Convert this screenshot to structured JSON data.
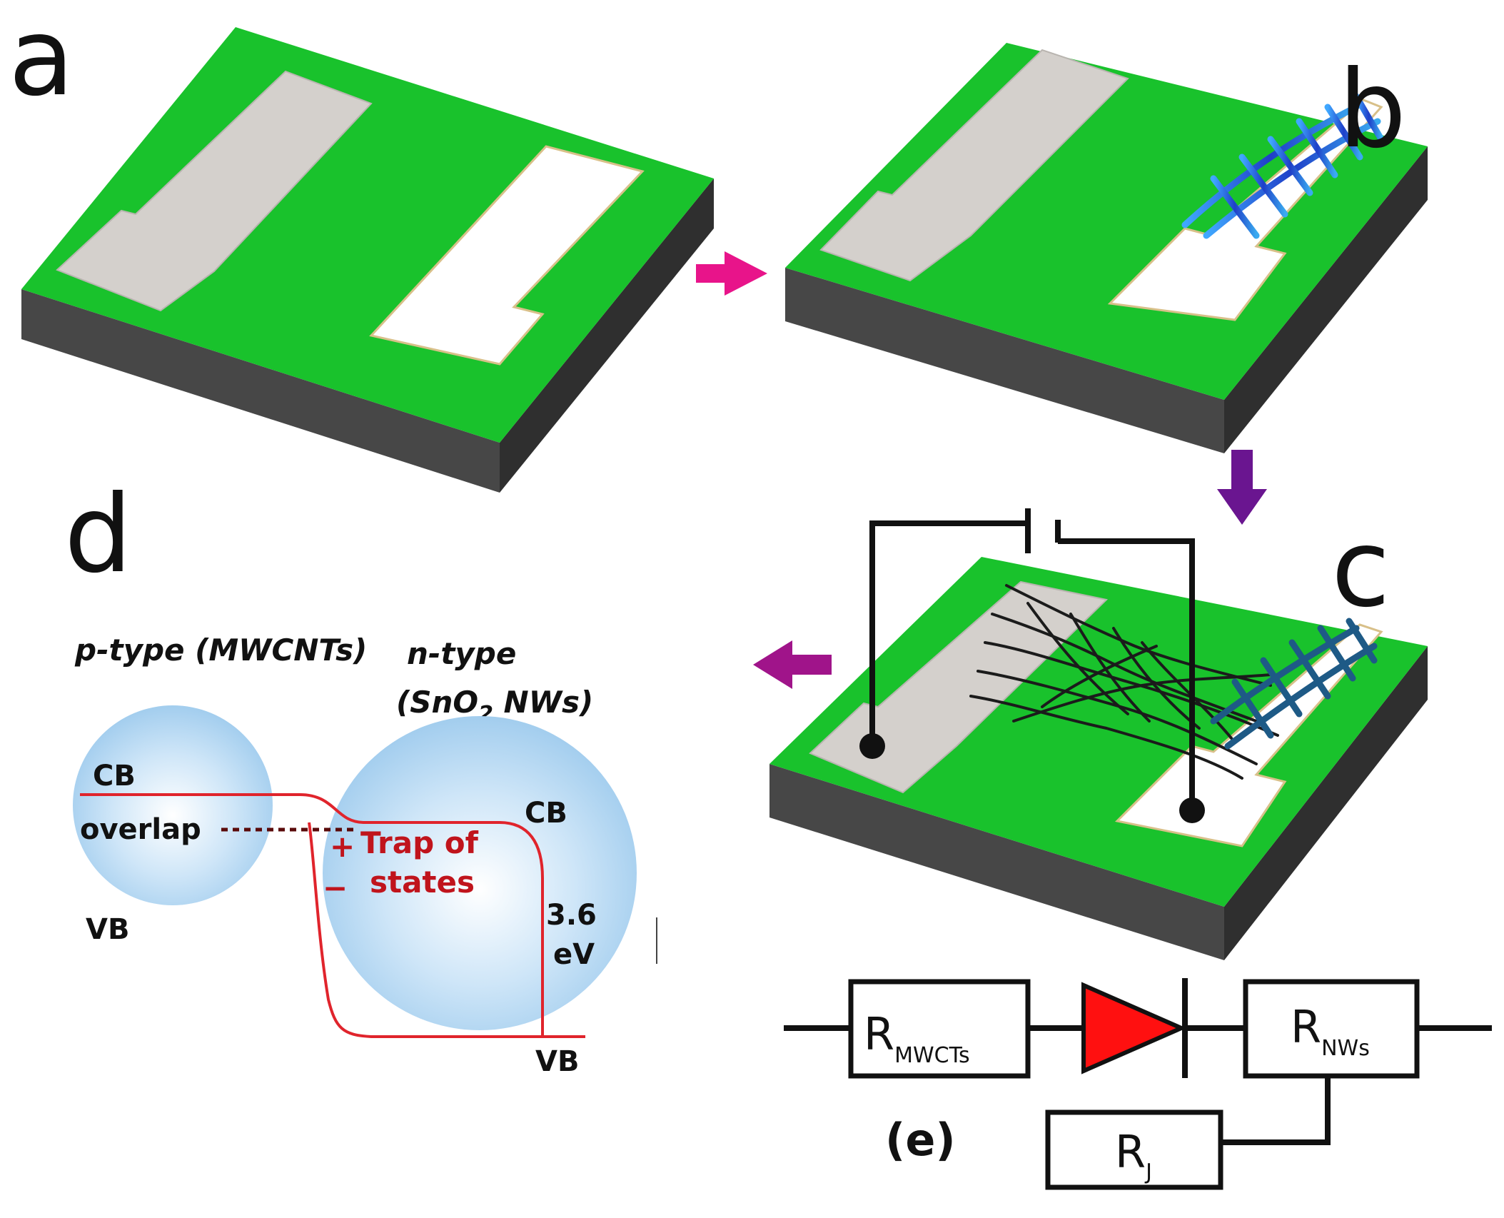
{
  "panels": {
    "a": "a",
    "b": "b",
    "c": "c",
    "d": "d"
  },
  "band_diagram": {
    "p_type_label": "p-type (MWCNTs)",
    "n_type_line1": "n-type",
    "n_type_line2_prefix": "(SnO",
    "n_type_line2_sub": "2",
    "n_type_line2_suffix": " NWs)",
    "cb_left": "CB",
    "overlap": "overlap",
    "vb_left": "VB",
    "cb_right": "CB",
    "vb_right": "VB",
    "plus": "+",
    "minus": "−",
    "trap_line1": "Trap of",
    "trap_line2": "states",
    "gap_value": "3.6",
    "gap_unit": "eV"
  },
  "circuit": {
    "label": "(e)",
    "r_mwcts_main": "R",
    "r_mwcts_sub": "MWCTs",
    "r_nws_main": "R",
    "r_nws_sub": "NWs",
    "r_j_main": "R",
    "r_j_sub": "J"
  },
  "colors": {
    "substrate_top": "#19c22c",
    "substrate_side": "#4a4a4a",
    "electrode_grey": "#d6d2ce",
    "electrode_white": "#ffffff",
    "arrow_pink": "#e8148a",
    "arrow_purple": "#6a1590",
    "arrow_magenta": "#a0148a",
    "nanowire_blue": "#1f5fd0",
    "band_red": "#e0242c",
    "diode_red": "#ff1010",
    "circle_blue": "#a9d2f0"
  }
}
